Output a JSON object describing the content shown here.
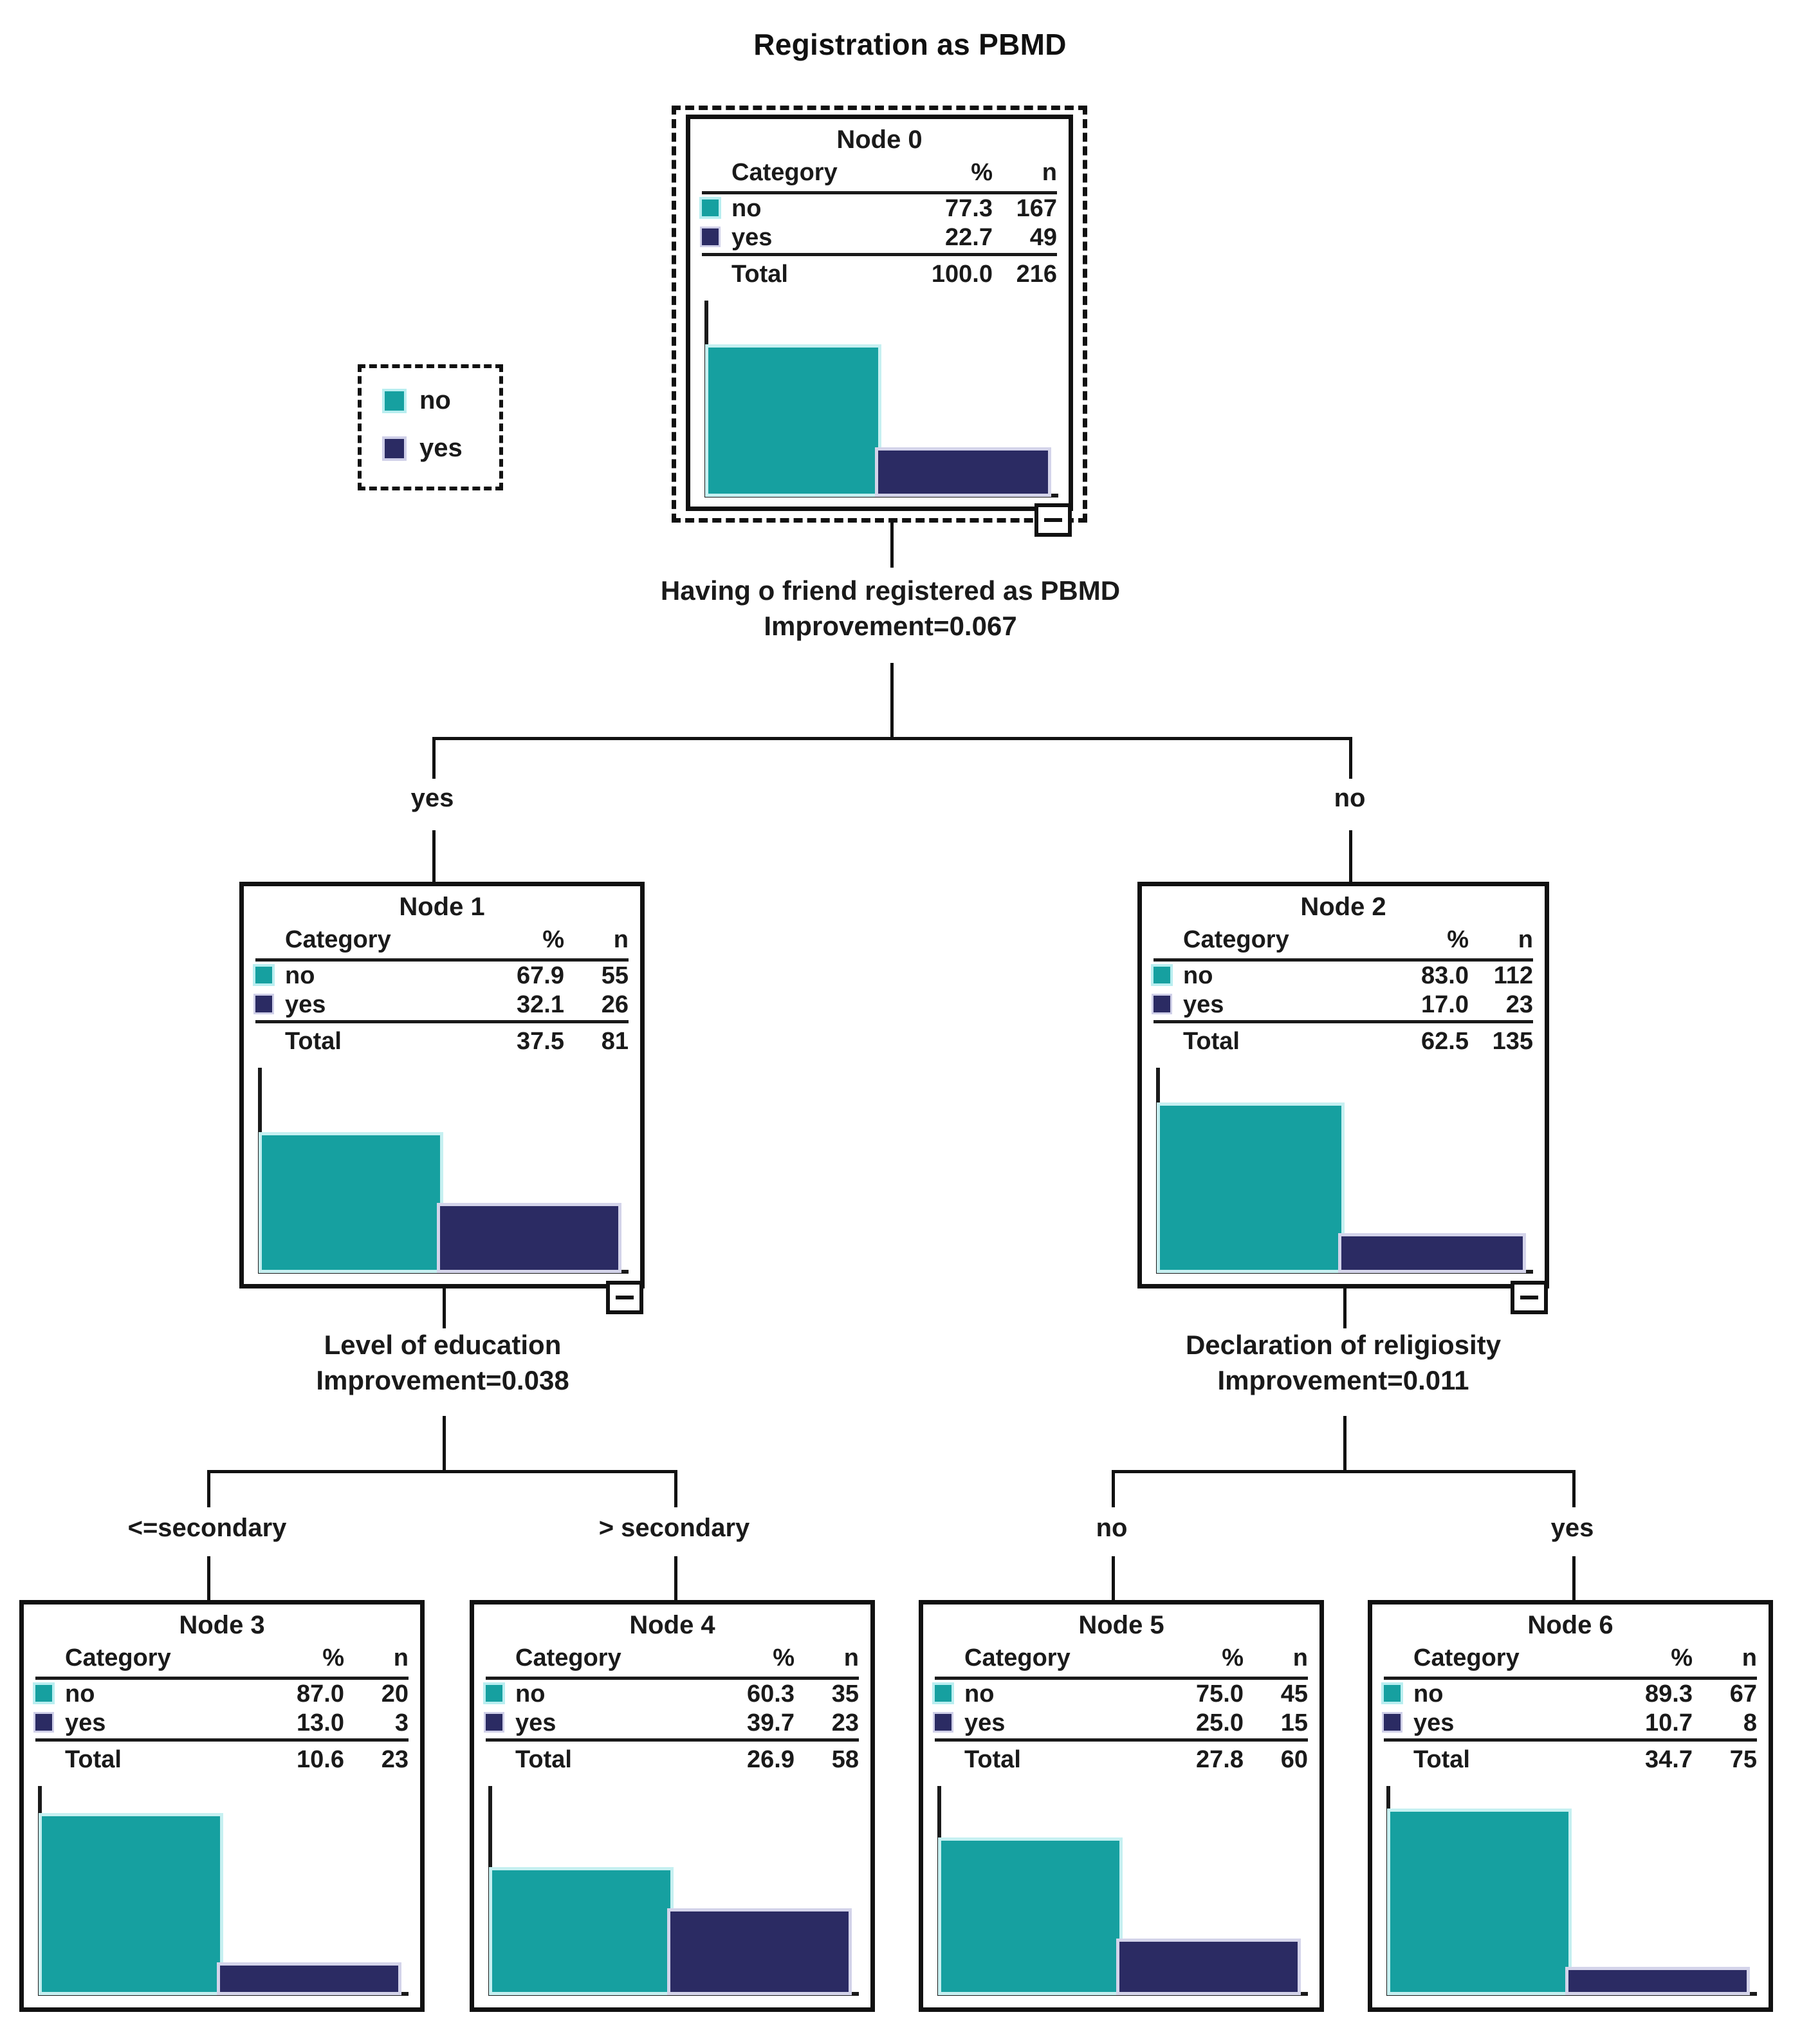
{
  "title": "Registration as PBMD",
  "legend": {
    "name": "legend",
    "items": [
      {
        "label": "no",
        "color": "#16a0a0"
      },
      {
        "label": "yes",
        "color": "#2b2b63"
      }
    ]
  },
  "table_headers": {
    "category": "Category",
    "pct": "%",
    "n": "n",
    "total": "Total"
  },
  "colors": {
    "no": "#16a0a0",
    "yes": "#2b2b63",
    "line": "#111111",
    "background": "#ffffff"
  },
  "collapse_label": "−",
  "nodes": {
    "node0": {
      "title": "Node 0",
      "rows": [
        {
          "category": "no",
          "pct": "77.3",
          "n": "167"
        },
        {
          "category": "yes",
          "pct": "22.7",
          "n": "49"
        }
      ],
      "total": {
        "label": "Total",
        "pct": "100.0",
        "n": "216"
      }
    },
    "node1": {
      "title": "Node 1",
      "rows": [
        {
          "category": "no",
          "pct": "67.9",
          "n": "55"
        },
        {
          "category": "yes",
          "pct": "32.1",
          "n": "26"
        }
      ],
      "total": {
        "label": "Total",
        "pct": "37.5",
        "n": "81"
      }
    },
    "node2": {
      "title": "Node 2",
      "rows": [
        {
          "category": "no",
          "pct": "83.0",
          "n": "112"
        },
        {
          "category": "yes",
          "pct": "17.0",
          "n": "23"
        }
      ],
      "total": {
        "label": "Total",
        "pct": "62.5",
        "n": "135"
      }
    },
    "node3": {
      "title": "Node 3",
      "rows": [
        {
          "category": "no",
          "pct": "87.0",
          "n": "20"
        },
        {
          "category": "yes",
          "pct": "13.0",
          "n": "3"
        }
      ],
      "total": {
        "label": "Total",
        "pct": "10.6",
        "n": "23"
      }
    },
    "node4": {
      "title": "Node 4",
      "rows": [
        {
          "category": "no",
          "pct": "60.3",
          "n": "35"
        },
        {
          "category": "yes",
          "pct": "39.7",
          "n": "23"
        }
      ],
      "total": {
        "label": "Total",
        "pct": "26.9",
        "n": "58"
      }
    },
    "node5": {
      "title": "Node 5",
      "rows": [
        {
          "category": "no",
          "pct": "75.0",
          "n": "45"
        },
        {
          "category": "yes",
          "pct": "25.0",
          "n": "15"
        }
      ],
      "total": {
        "label": "Total",
        "pct": "27.8",
        "n": "60"
      }
    },
    "node6": {
      "title": "Node 6",
      "rows": [
        {
          "category": "no",
          "pct": "89.3",
          "n": "67"
        },
        {
          "category": "yes",
          "pct": "10.7",
          "n": "8"
        }
      ],
      "total": {
        "label": "Total",
        "pct": "34.7",
        "n": "75"
      }
    }
  },
  "splits": {
    "root": {
      "variable": "Having o friend registered as PBMD",
      "improvement": "Improvement=0.067",
      "branches": [
        "yes",
        "no"
      ]
    },
    "left": {
      "variable": "Level of education",
      "improvement": "Improvement=0.038",
      "branches": [
        "<=secondary",
        "> secondary"
      ]
    },
    "right": {
      "variable": "Declaration of religiosity",
      "improvement": "Improvement=0.011",
      "branches": [
        "no",
        "yes"
      ]
    }
  },
  "chart_data": {
    "type": "tree",
    "title": "Registration as PBMD",
    "target": "Registration as PBMD",
    "classes": [
      "no",
      "yes"
    ],
    "class_colors": {
      "no": "#16a0a0",
      "yes": "#2b2b63"
    },
    "nodes": [
      {
        "id": 0,
        "label": "Node 0",
        "parent": null,
        "branch": null,
        "percentages": {
          "no": 77.3,
          "yes": 22.7
        },
        "counts": {
          "no": 167,
          "yes": 49
        },
        "total_pct": 100.0,
        "total_n": 216,
        "split_variable": "Having o friend registered as PBMD",
        "improvement": 0.067
      },
      {
        "id": 1,
        "label": "Node 1",
        "parent": 0,
        "branch": "yes",
        "percentages": {
          "no": 67.9,
          "yes": 32.1
        },
        "counts": {
          "no": 55,
          "yes": 26
        },
        "total_pct": 37.5,
        "total_n": 81,
        "split_variable": "Level of education",
        "improvement": 0.038
      },
      {
        "id": 2,
        "label": "Node 2",
        "parent": 0,
        "branch": "no",
        "percentages": {
          "no": 83.0,
          "yes": 17.0
        },
        "counts": {
          "no": 112,
          "yes": 23
        },
        "total_pct": 62.5,
        "total_n": 135,
        "split_variable": "Declaration of religiosity",
        "improvement": 0.011
      },
      {
        "id": 3,
        "label": "Node 3",
        "parent": 1,
        "branch": "<=secondary",
        "percentages": {
          "no": 87.0,
          "yes": 13.0
        },
        "counts": {
          "no": 20,
          "yes": 3
        },
        "total_pct": 10.6,
        "total_n": 23,
        "split_variable": null,
        "improvement": null
      },
      {
        "id": 4,
        "label": "Node 4",
        "parent": 1,
        "branch": "> secondary",
        "percentages": {
          "no": 60.3,
          "yes": 39.7
        },
        "counts": {
          "no": 35,
          "yes": 23
        },
        "total_pct": 26.9,
        "total_n": 58,
        "split_variable": null,
        "improvement": null
      },
      {
        "id": 5,
        "label": "Node 5",
        "parent": 2,
        "branch": "no",
        "percentages": {
          "no": 75.0,
          "yes": 25.0
        },
        "counts": {
          "no": 45,
          "yes": 15
        },
        "total_pct": 27.8,
        "total_n": 60,
        "split_variable": null,
        "improvement": null
      },
      {
        "id": 6,
        "label": "Node 6",
        "parent": 2,
        "branch": "yes",
        "percentages": {
          "no": 89.3,
          "yes": 10.7
        },
        "counts": {
          "no": 67,
          "yes": 8
        },
        "total_pct": 34.7,
        "total_n": 75,
        "split_variable": null,
        "improvement": null
      }
    ]
  }
}
